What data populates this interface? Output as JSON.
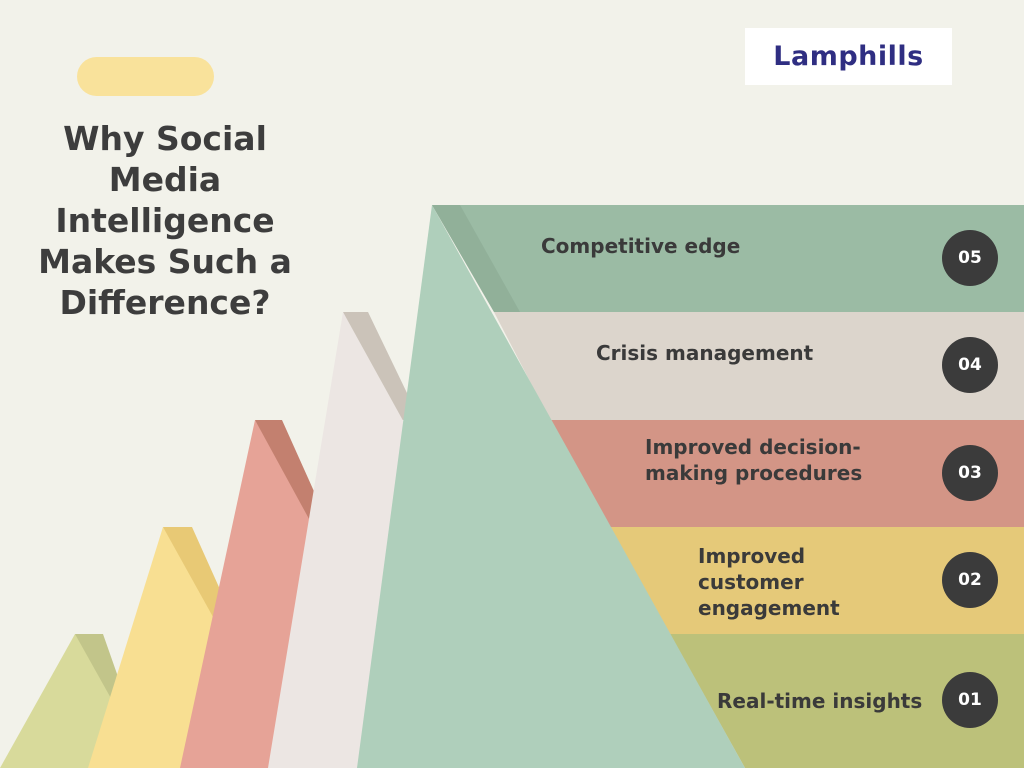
{
  "title": "Why Social Media Intelligence Makes Such a Difference?",
  "logo": {
    "text": "Lamphills"
  },
  "colors": {
    "background": "#f2f2ea",
    "accent_pill": "#f9e29b",
    "badge": "#3b3b3b",
    "step_01": "#bcc17a",
    "step_02": "#e5c979",
    "step_03": "#d39586",
    "step_04": "#dcd5cc",
    "step_05": "#9bbba4"
  },
  "steps": [
    {
      "number": "01",
      "label": "Real-time insights"
    },
    {
      "number": "02",
      "label": "Improved customer engagement"
    },
    {
      "number": "03",
      "label": "Improved decision-making procedures"
    },
    {
      "number": "04",
      "label": "Crisis management"
    },
    {
      "number": "05",
      "label": "Competitive edge"
    }
  ]
}
